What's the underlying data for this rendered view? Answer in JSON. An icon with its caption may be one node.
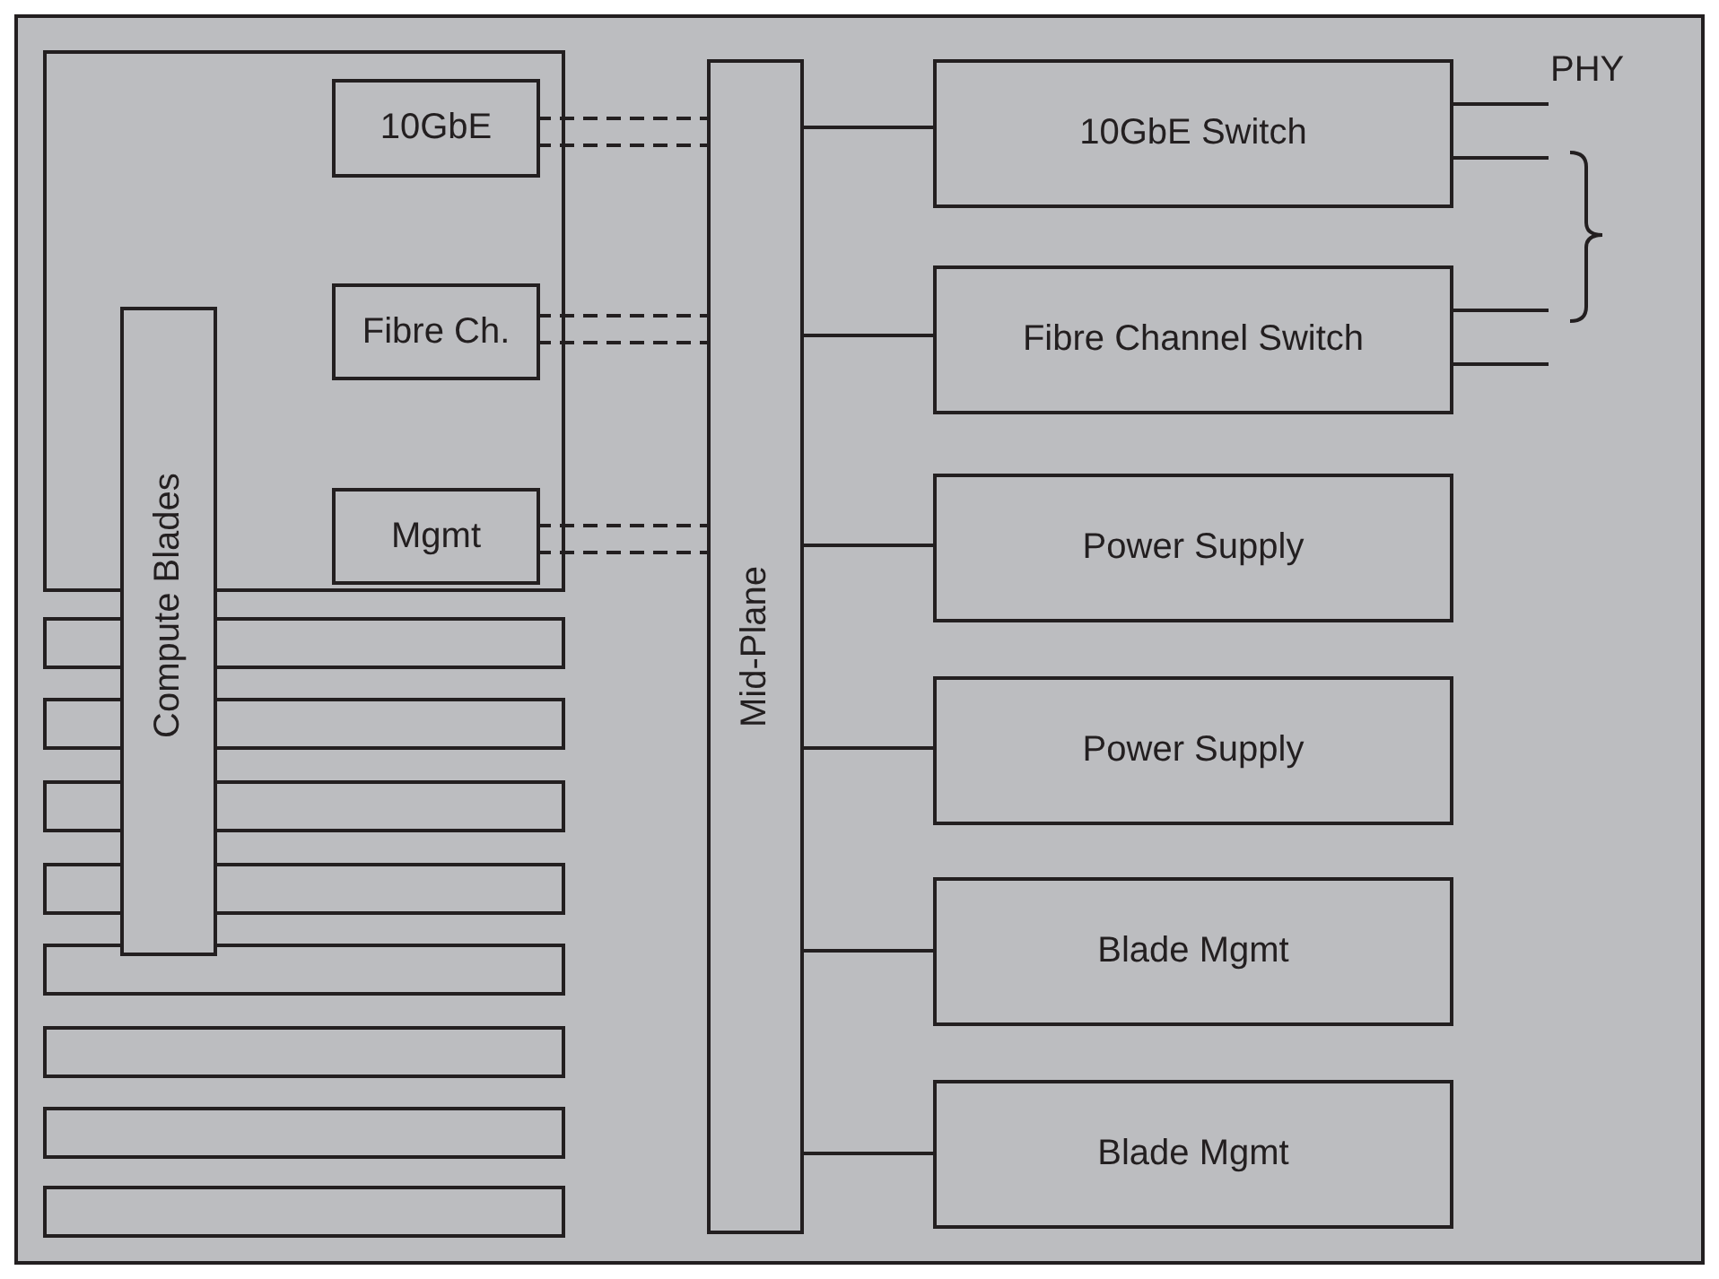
{
  "diagram": {
    "nodes": [
      {
        "text": [],
        "shape": "box"
      },
      {
        "text": [
          "10GbE"
        ],
        "in": 0
      },
      {
        "text": [
          "Fibre Ch."
        ],
        "in": 0
      },
      {
        "text": [
          "Mgmt"
        ],
        "in": 0
      },
      {
        "text": [
          "Compute Blades"
        ]
      },
      {
        "text": [],
        "shape": "box"
      },
      {
        "text": [],
        "shape": "box"
      },
      {
        "text": [],
        "shape": "box"
      },
      {
        "text": [],
        "shape": "box"
      },
      {
        "text": [],
        "shape": "box"
      },
      {
        "text": [],
        "shape": "box"
      },
      {
        "text": [],
        "shape": "box"
      },
      {
        "text": [],
        "shape": "box"
      },
      {
        "text": [
          "Mid-Plane"
        ]
      },
      {
        "text": [
          "10GbE Switch"
        ]
      },
      {
        "text": [
          "Fibre Channel Switch"
        ]
      },
      {
        "text": [
          "Power Supply"
        ]
      },
      {
        "text": [
          "Power Supply"
        ]
      },
      {
        "text": [
          "Blade Mgmt"
        ]
      },
      {
        "text": [
          "Blade Mgmt"
        ]
      }
    ],
    "edges": [
      {
        "from": 1,
        "to": 13,
        "arrow": "none",
        "style": "dashed"
      },
      {
        "from": 1,
        "to": 13,
        "arrow": "none",
        "style": "dashed"
      },
      {
        "from": 2,
        "to": 13,
        "arrow": "none",
        "style": "dashed"
      },
      {
        "from": 2,
        "to": 13,
        "arrow": "none",
        "style": "dashed"
      },
      {
        "from": 3,
        "to": 13,
        "arrow": "none",
        "style": "dashed"
      },
      {
        "from": 3,
        "to": 13,
        "arrow": "none",
        "style": "dashed"
      },
      {
        "from": 13,
        "to": 14,
        "arrow": "none"
      },
      {
        "from": 13,
        "to": 15,
        "arrow": "none"
      },
      {
        "from": 13,
        "to": 16,
        "arrow": "none"
      },
      {
        "from": 13,
        "to": 17,
        "arrow": "none"
      },
      {
        "from": 13,
        "to": 18,
        "arrow": "none"
      },
      {
        "from": 13,
        "to": 19,
        "arrow": "none"
      },
      {
        "from": 14,
        "to": null,
        "arrow": "none"
      },
      {
        "from": 14,
        "to": null,
        "arrow": "none"
      },
      {
        "from": 15,
        "to": null,
        "arrow": "none"
      },
      {
        "from": 15,
        "to": null,
        "arrow": "none"
      }
    ],
    "labels": [
      "PHY"
    ]
  }
}
